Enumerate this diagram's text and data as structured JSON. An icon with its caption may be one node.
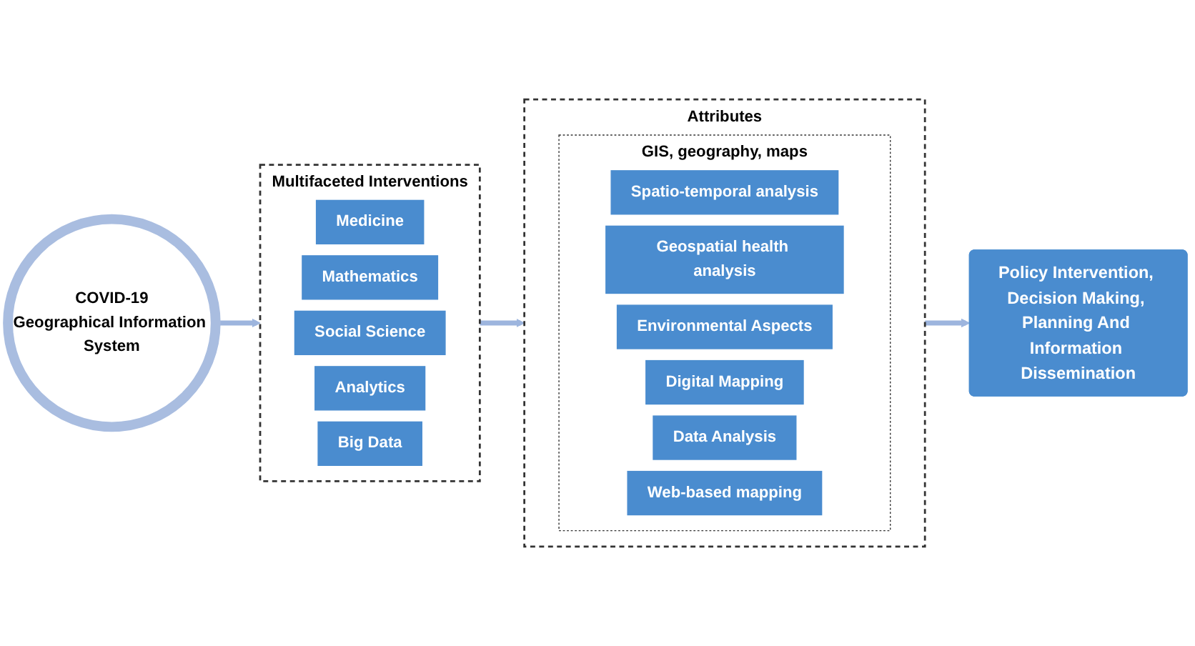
{
  "diagram": {
    "nodes": [
      {
        "text": [
          "COVID-19",
          "Geographical Information System"
        ]
      },
      {
        "text": [
          "Multifaceted Interventions"
        ]
      },
      {
        "text": [
          "Medicine"
        ],
        "in": 1
      },
      {
        "text": [
          "Mathematics"
        ],
        "in": 1
      },
      {
        "text": [
          "Social Science"
        ],
        "in": 1
      },
      {
        "text": [
          "Analytics"
        ],
        "in": 1
      },
      {
        "text": [
          "Big Data"
        ],
        "in": 1
      },
      {
        "text": [
          "Attributes"
        ]
      },
      {
        "text": [
          "GIS, geography, maps"
        ],
        "in": 7
      },
      {
        "text": [
          "Spatio-temporal analysis"
        ],
        "in": 8
      },
      {
        "text": [
          "Geospatial health analysis"
        ],
        "in": 8
      },
      {
        "text": [
          "Environmental Aspects"
        ],
        "in": 8
      },
      {
        "text": [
          "Digital Mapping"
        ],
        "in": 8
      },
      {
        "text": [
          "Data Analysis"
        ],
        "in": 8
      },
      {
        "text": [
          "Web-based mapping"
        ],
        "in": 8
      },
      {
        "text": [
          "Policy Intervention, Decision Making, Planning And Information Dissemination"
        ]
      }
    ],
    "edges": [
      {
        "from": 0,
        "to": 1,
        "arrow": "to"
      },
      {
        "from": 1,
        "to": 7,
        "arrow": "to"
      },
      {
        "from": 7,
        "to": 15,
        "arrow": "to"
      }
    ]
  }
}
